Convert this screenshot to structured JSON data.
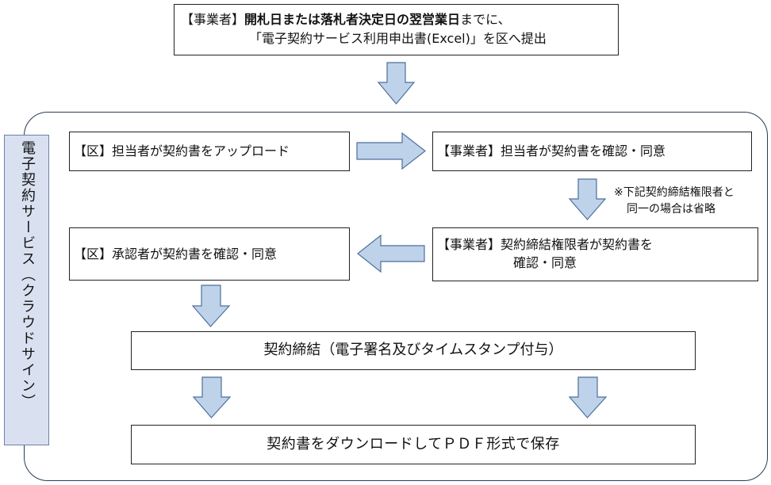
{
  "top_box": {
    "bracket_open": "【",
    "actor": "事業者",
    "bracket_close": "】",
    "deadline": "開札日または落札者決定日の翌営業日",
    "suffix": "までに、",
    "line2": "「電子契約サービス利用申出書(Excel)」を区へ提出"
  },
  "side_label": "電子契約サービス（クラウドサイン）",
  "steps": {
    "upload": "【区】担当者が契約書をアップロード",
    "vendor_confirm": "【事業者】担当者が契約書を確認・同意",
    "note": [
      "※下記契約締結権限者と",
      "同一の場合は省略"
    ],
    "vendor_authority": [
      "【事業者】契約締結権限者が契約書を",
      "確認・同意"
    ],
    "approver": "【区】承認者が契約書を確認・同意",
    "conclusion": "契約締結（電子署名及びタイムスタンプ付与）",
    "download": "契約書をダウンロードしてＰＤＦ形式で保存"
  },
  "colors": {
    "arrow_fill": "#bed3ea",
    "arrow_stroke": "#4e6f9b",
    "side_fill": "#d9e1f1",
    "border": "#222222"
  },
  "icons": {
    "arrow": "block-arrow"
  }
}
